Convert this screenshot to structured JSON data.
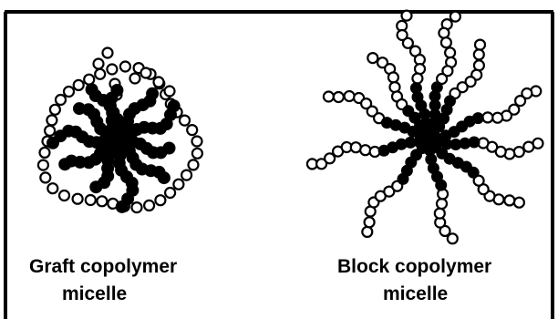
{
  "figure": {
    "graft": {
      "caption_line1": "Graft copolymer",
      "caption_line2": "micelle"
    },
    "block": {
      "caption_line1": "Block copolymer",
      "caption_line2": "micelle"
    }
  },
  "colors": {
    "hydrophobic_bead": "#000000",
    "hydrophilic_bead_fill": "#ffffff",
    "bead_outline": "#000000",
    "border": "#000000"
  }
}
